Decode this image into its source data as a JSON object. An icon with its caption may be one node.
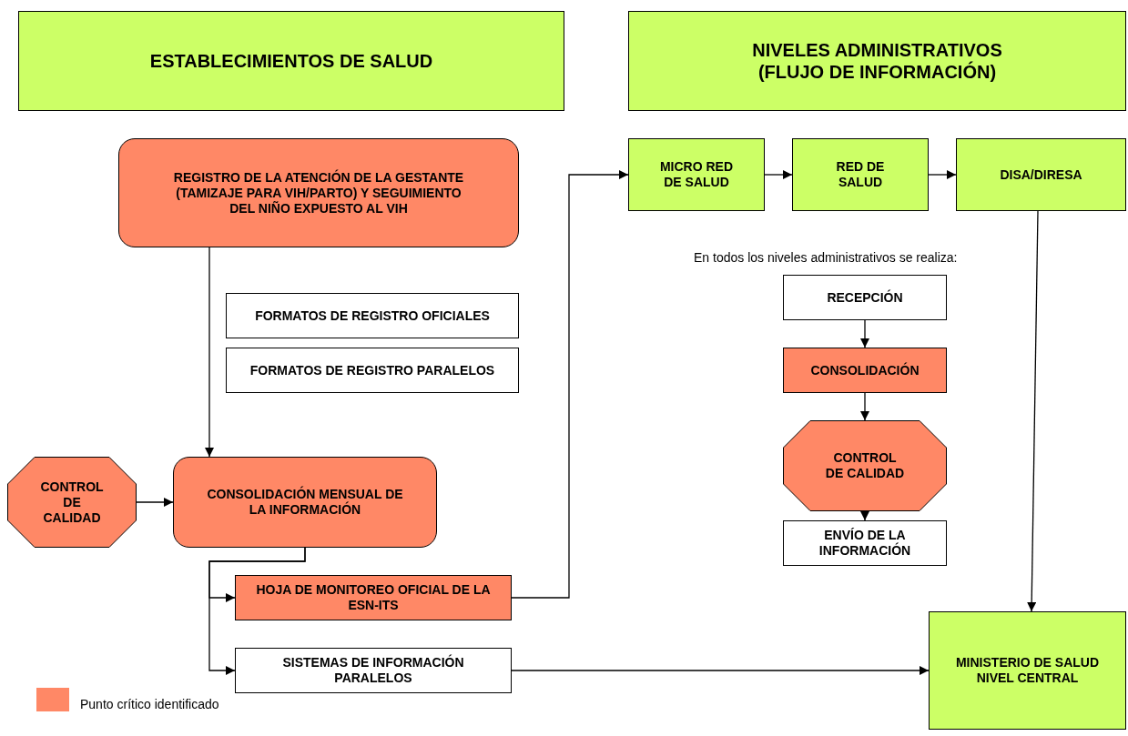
{
  "diagram": {
    "nodes": [
      {
        "text": [
          "ESTABLECIMIENTOS DE SALUD"
        ]
      },
      {
        "text": [
          "NIVELES ADMINISTRATIVOS (FLUJO DE INFORMACIÓN)"
        ]
      },
      {
        "text": [
          "REGISTRO DE LA ATENCIÓN DE LA GESTANTE (TAMIZAJE PARA VIH/PARTO) Y SEGUIMIENTO DEL NIÑO EXPUESTO AL VIH"
        ]
      },
      {
        "text": [
          "FORMATOS DE REGISTRO OFICIALES"
        ]
      },
      {
        "text": [
          "FORMATOS DE REGISTRO PARALELOS"
        ]
      },
      {
        "text": [
          "CONTROL DE CALIDAD"
        ]
      },
      {
        "text": [
          "CONSOLIDACIÓN MENSUAL DE LA INFORMACIÓN"
        ]
      },
      {
        "text": [
          "HOJA DE MONITOREO OFICIAL DE LA ESN-ITS"
        ]
      },
      {
        "text": [
          "SISTEMAS DE INFORMACIÓN PARALELOS"
        ]
      },
      {
        "text": [
          "MICRO RED DE SALUD"
        ]
      },
      {
        "text": [
          "RED DE SALUD"
        ]
      },
      {
        "text": [
          "DISA/DIRESA"
        ]
      },
      {
        "text": [
          "RECEPCIÓN"
        ]
      },
      {
        "text": [
          "CONSOLIDACIÓN"
        ]
      },
      {
        "text": [
          "CONTROL DE CALIDAD"
        ]
      },
      {
        "text": [
          "ENVÍO DE LA INFORMACIÓN"
        ]
      },
      {
        "text": [
          "MINISTERIO DE SALUD NIVEL CENTRAL"
        ]
      }
    ],
    "edges": [
      {
        "from": 2,
        "to": 6,
        "arrow": "to"
      },
      {
        "from": 5,
        "to": 6,
        "arrow": "to"
      },
      {
        "from": 6,
        "to": 7,
        "arrow": "to"
      },
      {
        "from": 6,
        "to": 8,
        "arrow": "to"
      },
      {
        "from": 7,
        "to": 9,
        "arrow": "to"
      },
      {
        "from": 9,
        "to": 10,
        "arrow": "to"
      },
      {
        "from": 10,
        "to": 11,
        "arrow": "to"
      },
      {
        "from": 11,
        "to": 16,
        "arrow": "to"
      },
      {
        "from": 8,
        "to": 16,
        "arrow": "to"
      },
      {
        "from": 12,
        "to": 13,
        "arrow": "to"
      },
      {
        "from": 13,
        "to": 14,
        "arrow": "to"
      },
      {
        "from": 14,
        "to": 15,
        "arrow": "to"
      }
    ],
    "labels": [
      "En todos los niveles administrativos se realiza:"
    ],
    "legend": [
      {
        "text": "Punto crítico identificado",
        "color": "#ff8866"
      }
    ]
  }
}
